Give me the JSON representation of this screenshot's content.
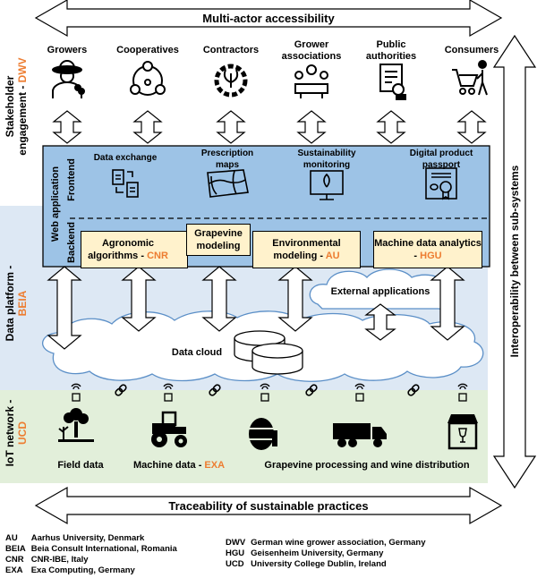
{
  "top_arrow": {
    "label": "Multi-actor accessibility"
  },
  "right_arrow": {
    "label": "Interoperability between sub-systems"
  },
  "bottom_arrow": {
    "label": "Traceability of sustainable practices"
  },
  "layers": {
    "stakeholder": {
      "label": "Stakeholder engagement - ",
      "partner": "DWV"
    },
    "data_platform": {
      "label": "Data platform - ",
      "partner": "BEIA"
    },
    "iot": {
      "label": "IoT network - ",
      "partner": "UCD"
    }
  },
  "stakeholders": [
    {
      "label": "Growers",
      "icon": "farmer-icon"
    },
    {
      "label": "Cooperatives",
      "icon": "network-people-icon"
    },
    {
      "label": "Contractors",
      "icon": "gear-leaf-icon"
    },
    {
      "label": "Grower associations",
      "icon": "meeting-icon"
    },
    {
      "label": "Public authorities",
      "icon": "official-document-icon"
    },
    {
      "label": "Consumers",
      "icon": "shopping-cart-icon"
    }
  ],
  "web_app": {
    "label": "Web application",
    "frontend_label": "Frontend",
    "backend_label": "Backend",
    "frontend": [
      {
        "label": "Data exchange",
        "icon": "documents-exchange-icon"
      },
      {
        "label": "Prescription maps",
        "icon": "map-icon"
      },
      {
        "label": "Sustainability monitoring",
        "icon": "monitor-leaf-icon"
      },
      {
        "label": "Digital product passport",
        "icon": "certificate-icon"
      }
    ],
    "backend": [
      {
        "label": "Agronomic algorithms - ",
        "partner": "CNR"
      },
      {
        "label": "Grapevine modeling"
      },
      {
        "label": "Environmental modeling - ",
        "partner": "AU"
      },
      {
        "label": "Machine data analytics - ",
        "partner": "HGU"
      }
    ]
  },
  "clouds": {
    "external": "External applications",
    "data": "Data cloud"
  },
  "iot": {
    "field": "Field data",
    "machine": "Machine data - ",
    "machine_partner": "EXA",
    "processing": "Grapevine processing and wine distribution"
  },
  "legend": [
    {
      "abbr": "AU",
      "name": "Aarhus University, Denmark"
    },
    {
      "abbr": "BEIA",
      "name": "Beia Consult International, Romania"
    },
    {
      "abbr": "CNR",
      "name": "CNR-IBE, Italy"
    },
    {
      "abbr": "EXA",
      "name": "Exa Computing, Germany"
    },
    {
      "abbr": "DWV",
      "name": "German wine grower association, Germany"
    },
    {
      "abbr": "HGU",
      "name": "Geisenheim University, Germany"
    },
    {
      "abbr": "UCD",
      "name": "University College Dublin, Ireland"
    }
  ],
  "colors": {
    "web_app": "#9dc3e6",
    "backend_box": "#fff2cc",
    "data_platform": "#dde8f4",
    "iot": "#e2efda",
    "partner": "#ed7d31",
    "cloud_stroke": "#5b8fc7"
  }
}
